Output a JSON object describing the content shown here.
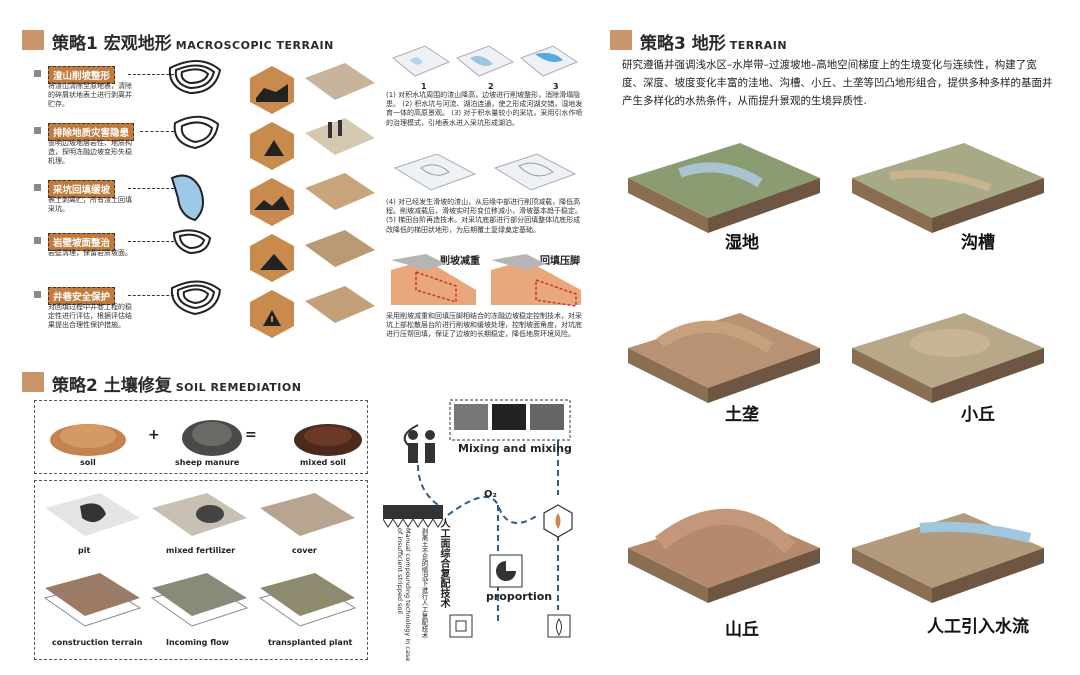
{
  "strategy1": {
    "title": "策略1 宏观地形",
    "title_en": "MACROSCOPIC TERRAIN",
    "items": [
      {
        "label": "渣山削坡整形",
        "desc": "将渣山清除至原地表，清除的碎屑状地表土进行剥离并贮存。"
      },
      {
        "label": "排除地质灾害隐患",
        "desc": "查明边坡地层岩性、地质构造，探明冻融边坡变形失稳机理。"
      },
      {
        "label": "采坑回填缓坡",
        "desc": "表土剥离贮，所有渣土回填采坑。"
      },
      {
        "label": "岩壁坡面整治",
        "desc": "岩壁清理，保留岩质坡面。"
      },
      {
        "label": "井巷安全保护",
        "desc": "对回填过程中井巷工程的稳定性进行评估，根据评估结果提出合理性保护措施。"
      }
    ],
    "step_numbers": [
      "1",
      "2",
      "3"
    ],
    "para1": "(1) 对积水坑周围的渣山降高，边坡进行削坡整形，消除滑塌隐患。 (2) 积水坑与河流、湖泊连通，使之形成河湖交错，湿地发育一体的高原景观。 (3) 对于积水量较小的采坑，采用引水作喷的治理模式，引地表水进入采坑形成湖泊。",
    "para2": "(4) 对已经发生滑坡的渣山，从后缘中部进行削顶减载，降低高程。削坡减载后，滑坡实时形变位移减小，滑坡基本趋于稳定。 (5) 梯田台阶再造技术。对采坑底部进行部分回填整体坑底形成改降低的梯田状地形，为后期覆土复绿奠定基础。",
    "cut_label": "削坡减重",
    "press_label": "回填压脚",
    "para3": "采用削坡减重和回填压脚相结合的冻融边坡稳定控制技术，对采坑上部松散层台阶进行削坡和缓坡处理，控制坡面角度，对坑底进行压帮回填，保证了边坡的长期稳定，降低地质环境风险。"
  },
  "strategy2": {
    "title": "策略2 土壤修复",
    "title_en": "SOIL REMEDIATION",
    "soil": "soil",
    "plus": "+",
    "manure": "sheep manure",
    "equals": "=",
    "mixed": "mixed soil",
    "tiles": [
      "pit",
      "mixed fertilizer",
      "cover",
      "construction terrain",
      "Incoming flow",
      "transplanted plant"
    ],
    "mixing": "Mixing and mixing",
    "o2": "O₂",
    "proportion": "proportion",
    "tech_cn": "人工面综合复配技术",
    "tech_cn2": "剥离土不足的情况下进行人工复配技术",
    "tech_en": "Manual compounding technology in case of insufficient stripped soil"
  },
  "strategy3": {
    "title": "策略3 地形",
    "title_en": "TERRAIN",
    "desc": "研究遵循并强调浅水区–水岸带–过渡坡地–高地空间梯度上的生境变化与连续性，构建了宽度、深度、坡度变化丰富的洼地、沟槽、小丘、土垄等凹凸地形组合，提供多种多样的基面并产生多样化的水热条件，从而提升景观的生境异质性.",
    "terrains": [
      "湿地",
      "沟槽",
      "土垄",
      "小丘",
      "山丘",
      "人工引入水流"
    ]
  },
  "colors": {
    "accent": "#c9956a",
    "hex_fill": "#c98a4e",
    "label_bg": "#c27b3c",
    "red_dash": "#d0312d"
  }
}
